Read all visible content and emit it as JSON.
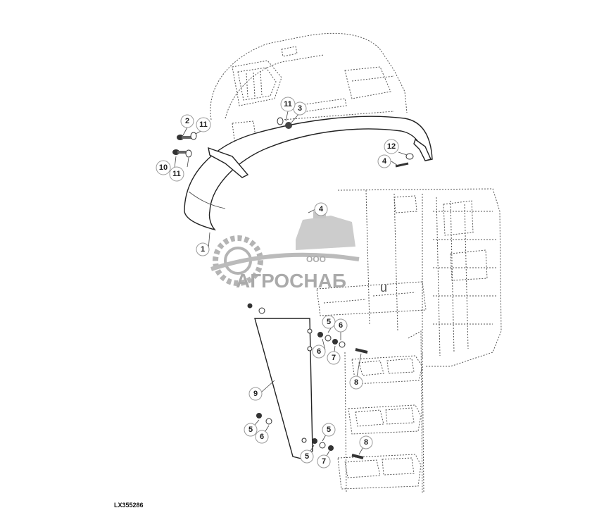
{
  "figure_id": "LX355286",
  "watermark": {
    "company_prefix": "ООО",
    "company_name": "АГРОСНАБ",
    "suffix": "u"
  },
  "callouts": [
    {
      "id": "c1",
      "label": "1"
    },
    {
      "id": "c2",
      "label": "2"
    },
    {
      "id": "c3",
      "label": "3"
    },
    {
      "id": "c4a",
      "label": "4"
    },
    {
      "id": "c4b",
      "label": "4"
    },
    {
      "id": "c5a",
      "label": "5"
    },
    {
      "id": "c5b",
      "label": "5"
    },
    {
      "id": "c5c",
      "label": "5"
    },
    {
      "id": "c5d",
      "label": "5"
    },
    {
      "id": "c6a",
      "label": "6"
    },
    {
      "id": "c6b",
      "label": "6"
    },
    {
      "id": "c6c",
      "label": "6"
    },
    {
      "id": "c7a",
      "label": "7"
    },
    {
      "id": "c7b",
      "label": "7"
    },
    {
      "id": "c8a",
      "label": "8"
    },
    {
      "id": "c8b",
      "label": "8"
    },
    {
      "id": "c9",
      "label": "9"
    },
    {
      "id": "c10",
      "label": "10"
    },
    {
      "id": "c11a",
      "label": "11"
    },
    {
      "id": "c11b",
      "label": "11"
    },
    {
      "id": "c11c",
      "label": "11"
    },
    {
      "id": "c12",
      "label": "12"
    }
  ]
}
